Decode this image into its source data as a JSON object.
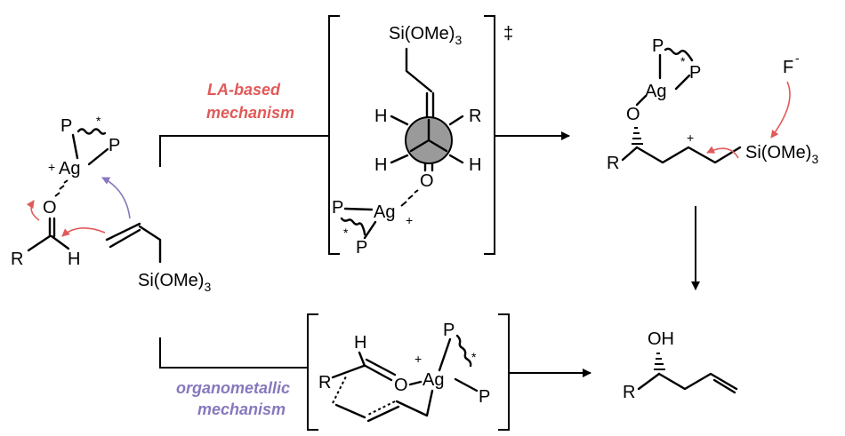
{
  "colors": {
    "la_mechanism": "#e15a5a",
    "organometallic_mechanism": "#8878bd",
    "curved_arrow_red": "#e15a5a",
    "curved_arrow_purple": "#8878bd",
    "newman_circle": "#9a9a9a"
  },
  "labels": {
    "la_line1": "LA-based",
    "la_line2": "mechanism",
    "om_line1": "organometallic",
    "om_line2": "mechanism",
    "double_dagger": "‡"
  },
  "atoms": {
    "P": "P",
    "Ag": "Ag",
    "O": "O",
    "H": "H",
    "R": "R",
    "OH": "OH",
    "star": "*",
    "plus": "+",
    "minus": "-",
    "F": "F",
    "si_prefix": "Si(OMe)",
    "si_sub": "3"
  }
}
